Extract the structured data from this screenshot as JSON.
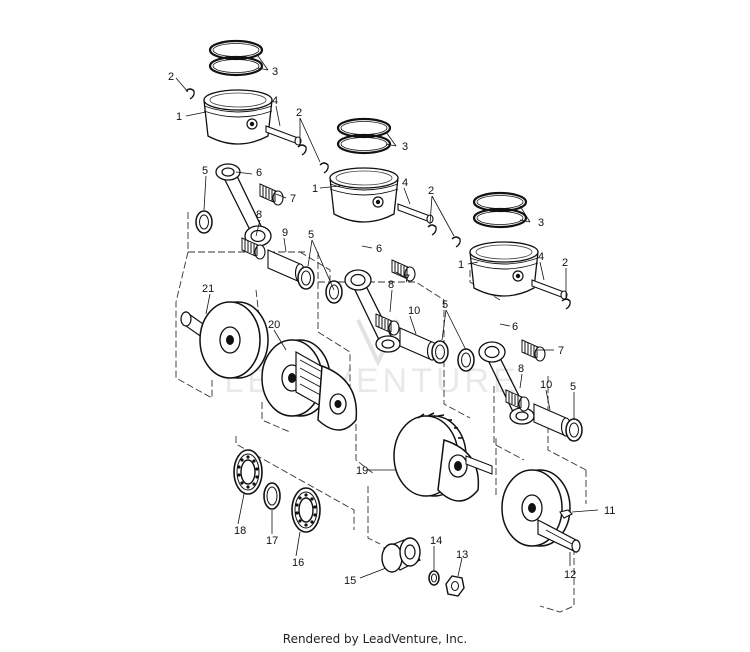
{
  "watermark": "LEADVENTURE",
  "footer": "Rendered by LeadVenture, Inc.",
  "callouts": [
    "1",
    "2",
    "3",
    "4",
    "5",
    "6",
    "7",
    "8",
    "9",
    "10",
    "11",
    "12",
    "13",
    "14",
    "15",
    "16",
    "17",
    "18",
    "19",
    "20",
    "21"
  ]
}
